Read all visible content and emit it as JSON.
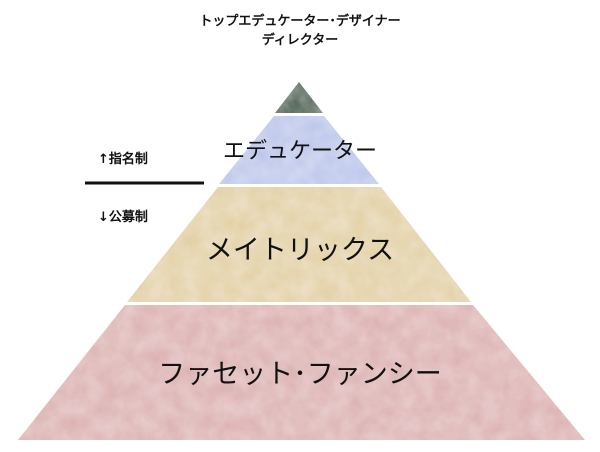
{
  "top_label": {
    "line1": "トップエデュケーター･デザイナー",
    "line2": "ディレクター"
  },
  "side_labels": {
    "upper": "↑指名制",
    "lower": "↓公募制"
  },
  "tiers": [
    {
      "name": "top",
      "label": "",
      "color": "#1f4a2a"
    },
    {
      "name": "educator",
      "label": "エデュケーター",
      "color": "#b9c4ea"
    },
    {
      "name": "matrix",
      "label": "メイトリックス",
      "color": "#e2cfa0"
    },
    {
      "name": "facet",
      "label": "ファセット･ファンシー",
      "color": "#dcaeae"
    }
  ]
}
